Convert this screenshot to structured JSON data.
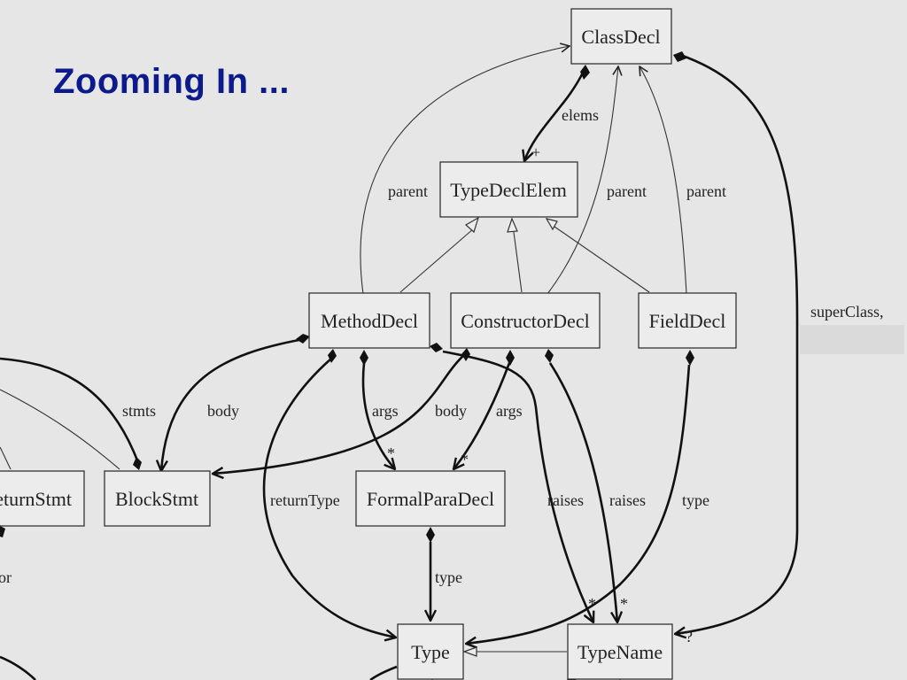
{
  "slide": {
    "title": "Zooming In ..."
  },
  "nodes": {
    "classdecl": "ClassDecl",
    "typedeclelem": "TypeDeclElem",
    "methoddecl": "MethodDecl",
    "constructordecl": "ConstructorDecl",
    "fielddecl": "FieldDecl",
    "returnstmt": "eturnStmt",
    "blockstmt": "BlockStmt",
    "formalparadecl": "FormalParaDecl",
    "type": "Type",
    "typename": "TypeName"
  },
  "edge_labels": {
    "elems": "elems",
    "parent_method": "parent",
    "parent_constructor": "parent",
    "parent_field": "parent",
    "superclass": "superClass,",
    "stmts": "stmts",
    "body_method": "body",
    "args_method": "args",
    "body_constructor": "body",
    "args_constructor": "args",
    "returntype": "returnType",
    "raises_method": "raises",
    "raises_constructor": "raises",
    "type_field": "type",
    "type_formalpara": "type",
    "partial_or": "or"
  },
  "multiplicities": {
    "elems_plus": "+",
    "args_method_star": "*",
    "args_constructor_star": "*",
    "raises_method_star": "*",
    "raises_constructor_star": "*",
    "superclass_optional": "?"
  }
}
